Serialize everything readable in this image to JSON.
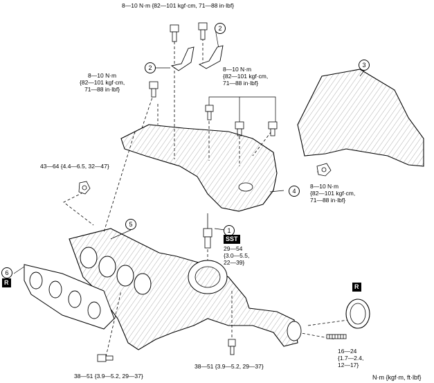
{
  "torque": {
    "top": "8—10 N·m {82—101 kgf·cm, 71—88 in·lbf}",
    "left_bolt": [
      "8—10 N·m",
      "{82—101 kgf·cm,",
      "71—88 in·lbf}"
    ],
    "center": [
      "8—10 N·m",
      "{82—101 kgf·cm,",
      "71—88 in·lbf}"
    ],
    "heat_shield_nut": [
      "8—10 N·m",
      "{82—101 kgf·cm,",
      "71—88 in·lbf}"
    ],
    "left_nut": "43—64 {4.4—6.5, 32—47}",
    "sensor": [
      "29—54",
      "{3.0—5.5,",
      "22—39}"
    ],
    "stud": [
      "16—24",
      "{1.7—2.4,",
      "12—17}"
    ],
    "bottom_left": "38—51 {3.9—5.2, 29—37}",
    "bottom_center": "38—51 {3.9—5.2, 29—37}"
  },
  "callouts": {
    "c1": "1",
    "c2a": "2",
    "c2b": "2",
    "c3": "3",
    "c4": "4",
    "c5": "5",
    "c6": "6"
  },
  "badges": {
    "sst": "SST",
    "r_left": "R",
    "r_right": "R"
  },
  "units": "N·m {kgf·m, ft·lbf}"
}
